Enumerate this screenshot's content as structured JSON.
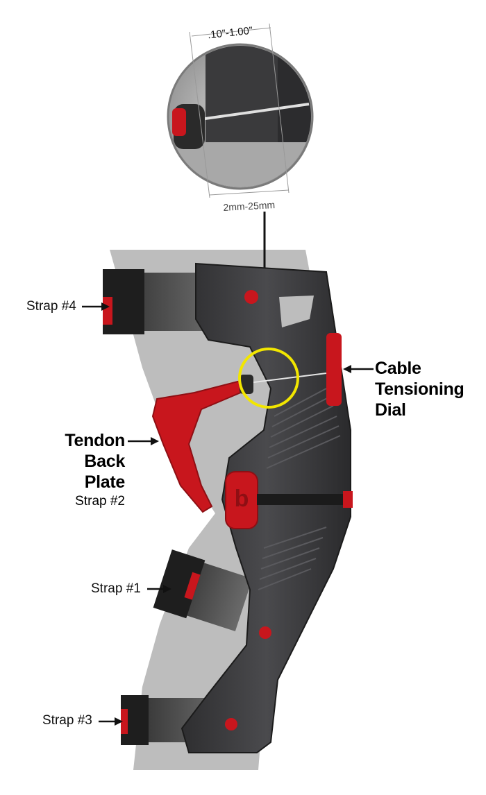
{
  "callout": {
    "gap_range": ".10”-1.00”",
    "metric_range": "2mm-25mm"
  },
  "labels": {
    "strap4": "Strap #4",
    "strap1": "Strap #1",
    "strap3": "Strap #3",
    "tendon_line1": "Tendon",
    "tendon_line2": "Back",
    "tendon_line3": "Plate",
    "tendon_strap": "Strap #2",
    "cable_line1": "Cable",
    "cable_line2": "Tensioning",
    "cable_line3": "Dial"
  },
  "colors": {
    "accent_red": "#c8161d",
    "highlight_yellow": "#f2e600",
    "brace_dark": "#3c3c3e",
    "leg_gray": "#bdbdbd"
  }
}
